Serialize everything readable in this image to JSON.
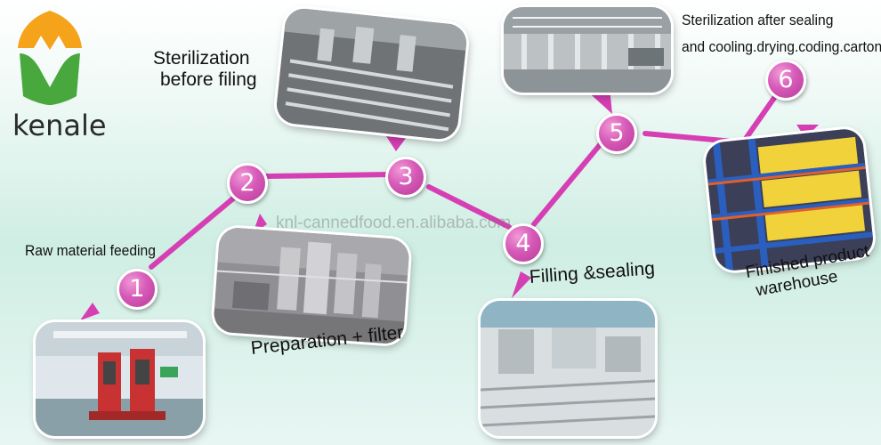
{
  "brand": {
    "name": "kenale",
    "logo_colors": {
      "orange": "#f5a31a",
      "green": "#49a83d"
    }
  },
  "watermark": "knl-cannedfood.en.alibaba.com",
  "accent_color": "#d63fb4",
  "steps": [
    {
      "number": "1",
      "label": "Raw material feeding"
    },
    {
      "number": "2",
      "label": "Preparation + filter"
    },
    {
      "number": "3",
      "label": [
        "Sterilization",
        "before filing"
      ]
    },
    {
      "number": "4",
      "label": "Filling &sealing"
    },
    {
      "number": "5",
      "label": [
        "Sterilization after sealing",
        "and cooling.drying.coding.carton"
      ]
    },
    {
      "number": "6",
      "label": [
        "Finished product",
        "warehouse"
      ]
    }
  ]
}
